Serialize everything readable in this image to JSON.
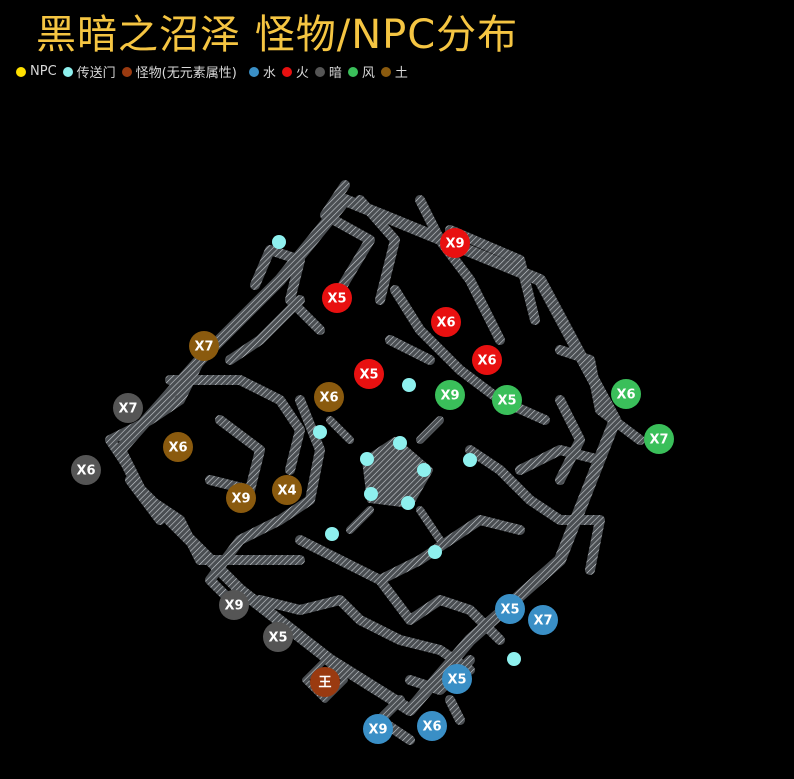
{
  "title": "黑暗之沼泽 怪物/NPC分布",
  "legend": [
    {
      "label": "NPC",
      "color": "#ffe000"
    },
    {
      "label": "传送门",
      "color": "#8ef0ee"
    },
    {
      "label": "怪物(无元素属性)",
      "color": "#9a3a10"
    },
    {
      "label": "水",
      "color": "#3a8fc6"
    },
    {
      "label": "火",
      "color": "#e81010"
    },
    {
      "label": "暗",
      "color": "#555555"
    },
    {
      "label": "风",
      "color": "#3abf5a"
    },
    {
      "label": "土",
      "color": "#8a5a0e"
    }
  ],
  "monsters": [
    {
      "label": "X9",
      "element": "火"
    },
    {
      "label": "X5",
      "element": "火"
    },
    {
      "label": "X6",
      "element": "火"
    },
    {
      "label": "X6",
      "element": "火"
    },
    {
      "label": "X5",
      "element": "火"
    },
    {
      "label": "X9",
      "element": "风"
    },
    {
      "label": "X5",
      "element": "风"
    },
    {
      "label": "X6",
      "element": "风"
    },
    {
      "label": "X7",
      "element": "风"
    },
    {
      "label": "X7",
      "element": "土"
    },
    {
      "label": "X6",
      "element": "土"
    },
    {
      "label": "X6",
      "element": "土"
    },
    {
      "label": "X9",
      "element": "土"
    },
    {
      "label": "X4",
      "element": "土"
    },
    {
      "label": "X7",
      "element": "暗"
    },
    {
      "label": "X6",
      "element": "暗"
    },
    {
      "label": "X9",
      "element": "暗"
    },
    {
      "label": "X5",
      "element": "暗"
    },
    {
      "label": "X5",
      "element": "水"
    },
    {
      "label": "X7",
      "element": "水"
    },
    {
      "label": "X5",
      "element": "水"
    },
    {
      "label": "X9",
      "element": "水"
    },
    {
      "label": "X6",
      "element": "水"
    },
    {
      "label": "王",
      "element": "怪物(无元素属性)"
    }
  ]
}
